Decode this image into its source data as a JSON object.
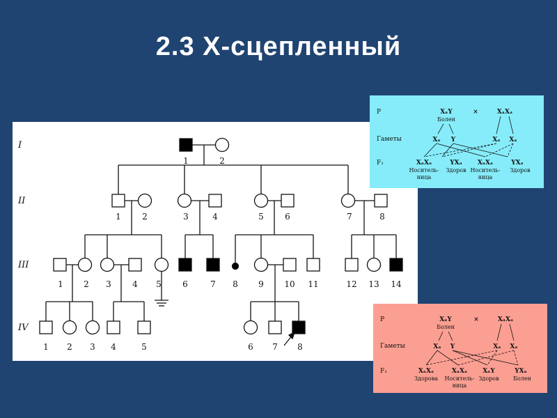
{
  "title": "2.3 Х-сцепленный",
  "generations": [
    "I",
    "II",
    "III",
    "IV"
  ],
  "individuals": {
    "I": [
      "1",
      "2"
    ],
    "II": [
      "1",
      "2",
      "3",
      "4",
      "5",
      "6",
      "7",
      "8"
    ],
    "III": [
      "1",
      "2",
      "3",
      "4",
      "5",
      "6",
      "7",
      "8",
      "9",
      "10",
      "11",
      "12",
      "13",
      "14"
    ],
    "IV": [
      "1",
      "2",
      "3",
      "4",
      "5",
      "6",
      "7",
      "8"
    ]
  },
  "cross_affected_father": {
    "p_label": "P",
    "gametes_label": "Гаметы",
    "f1_label": "F₁",
    "cross_sign": "×",
    "father": "XₐY",
    "father_status": "Болен",
    "mother": "XₐXₐ",
    "gametes": [
      "Xₐ",
      "Y",
      "Xₐ",
      "Xₐ"
    ],
    "offspring": [
      "XₐXₐ",
      "YXₐ",
      "XₐXₐ",
      "YXₐ"
    ],
    "offspring_status": [
      "Носитель-ница",
      "Здоров",
      "Носитель-ница",
      "Здоров"
    ],
    "offspring_status_lines": [
      [
        "Носитель-",
        "ница"
      ],
      [
        "Здоров"
      ],
      [
        "Носитель-",
        "ница"
      ],
      [
        "Здоров"
      ]
    ]
  },
  "cross_carrier_mother": {
    "p_label": "P",
    "gametes_label": "Гаметы",
    "f1_label": "F₁",
    "cross_sign": "×",
    "father": "XₐY",
    "father_status": "Болен",
    "mother": "XₐXₐ",
    "gametes": [
      "Xₐ",
      "Y",
      "Xₐ",
      "Xₐ"
    ],
    "offspring": [
      "XₐXₐ",
      "XₐXₐ",
      "XₐY",
      "YXₐ"
    ],
    "offspring_status": [
      "Здорова",
      "Носитель-ница",
      "Здоров",
      "Болен"
    ],
    "offspring_status_lines": [
      [
        "Здорова"
      ],
      [
        "Носитель-",
        "ница"
      ],
      [
        "Здоров"
      ],
      [
        "Болен"
      ]
    ]
  },
  "colors": {
    "background": "#1f4472",
    "cross1_bg": "#86ecfa",
    "cross2_bg": "#fb9f93",
    "affected": "#000000"
  }
}
